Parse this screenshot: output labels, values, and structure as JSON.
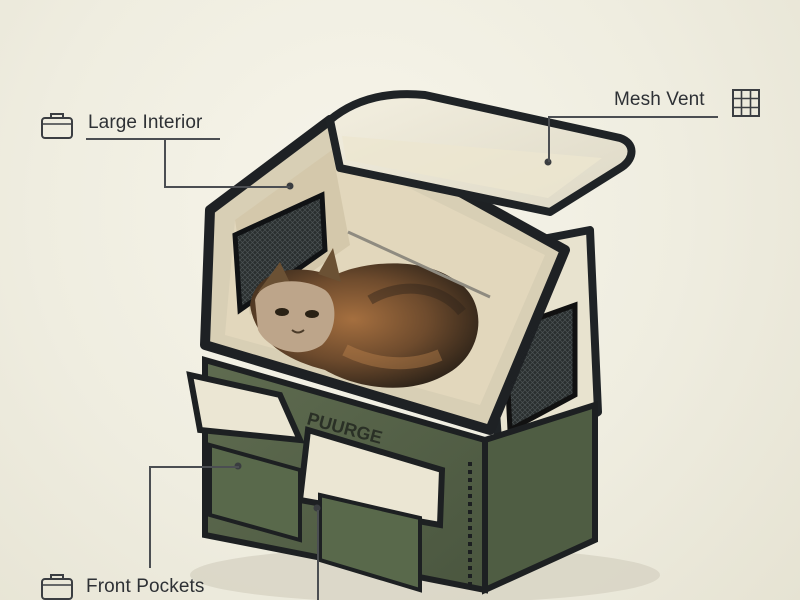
{
  "annotations": {
    "large_interior": {
      "label": "Large Interior",
      "icon": "carrier-bag-icon"
    },
    "mesh_vent": {
      "label": "Mesh Vent",
      "icon": "grid-icon"
    },
    "front_pockets": {
      "label": "Front Pockets",
      "icon": "carrier-bag-icon"
    }
  },
  "product": {
    "brand_imprint": "PUURGE",
    "subject": "cat-carrier-icon"
  },
  "colors": {
    "background": "#efede0",
    "text": "#2e3135",
    "carrier_green": "#56654a",
    "carrier_cream": "#ece7d4",
    "trim": "#25282b"
  }
}
